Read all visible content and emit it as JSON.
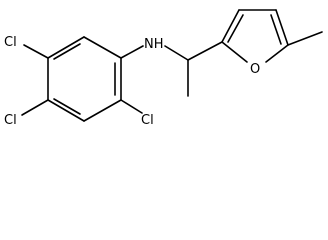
{
  "structure": {
    "atom_labels": {
      "cl_top": "Cl",
      "cl_middle": "Cl",
      "cl_bottom": "Cl",
      "amine": "NH",
      "furan_oxygen": "O"
    },
    "colors": {
      "bond": "#000000",
      "label": "#000000",
      "background": "#ffffff"
    }
  }
}
